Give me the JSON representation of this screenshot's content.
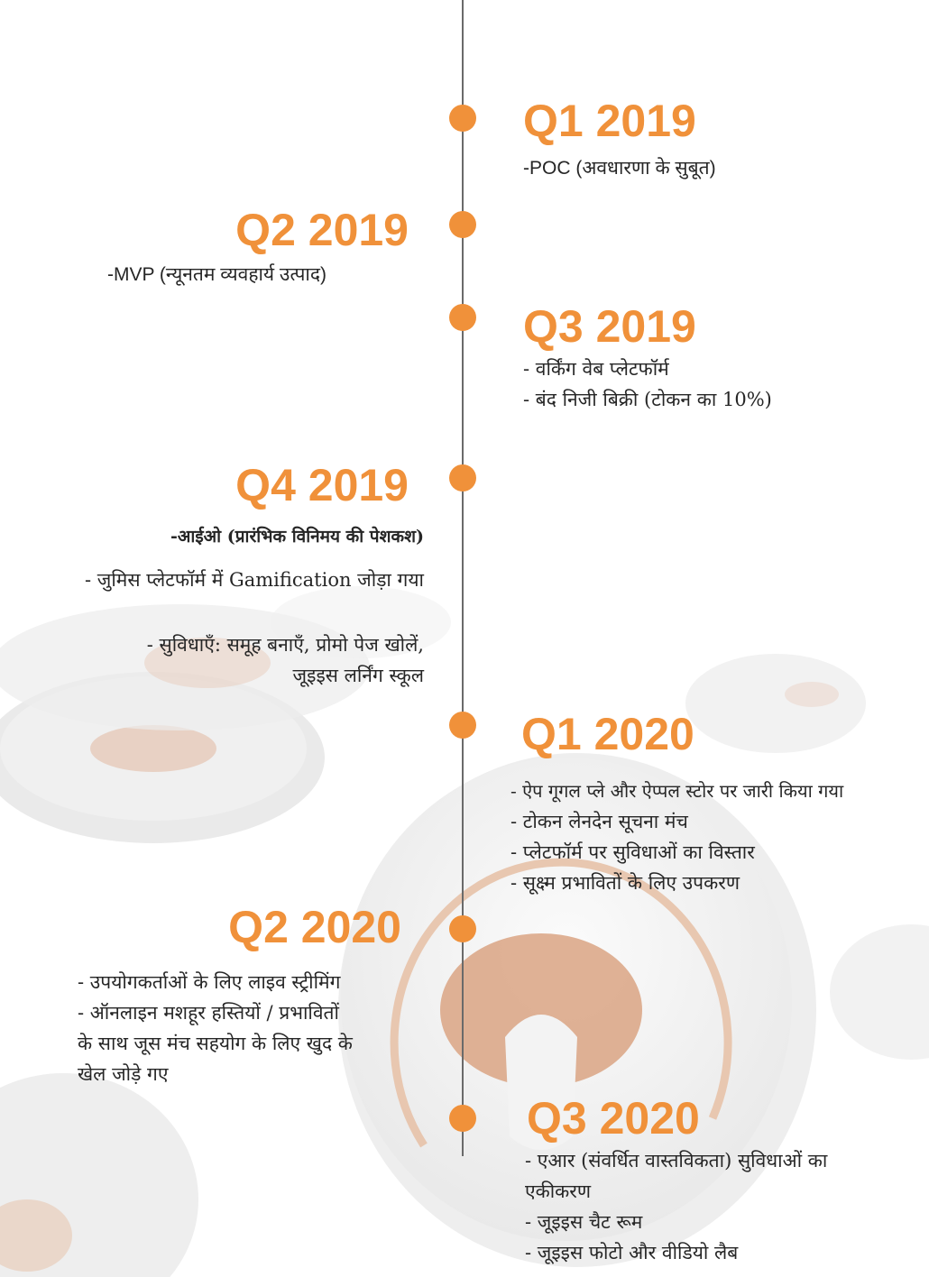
{
  "timeline": [
    {
      "quarter": "Q1 2019",
      "items": [
        "-POC (अवधारणा के सुबूत)"
      ]
    },
    {
      "quarter": "Q2 2019",
      "items": [
        "-MVP (न्यूनतम व्यवहार्य उत्पाद)"
      ]
    },
    {
      "quarter": "Q3 2019",
      "items": [
        "- वर्किंग वेब प्लेटफॉर्म",
        "- बंद निजी बिक्री (टोकन का 10%)"
      ]
    },
    {
      "quarter": "Q4 2019",
      "items": [
        "-आईओ (प्रारंभिक विनिमय की पेशकश)",
        "- जुमिस प्लेटफॉर्म में Gamification जोड़ा गया",
        "- सुविधाएँ: समूह बनाएँ, प्रोमो पेज खोलें,",
        "जूइइस लर्निंग स्कूल"
      ]
    },
    {
      "quarter": "Q1 2020",
      "items": [
        "- ऐप गूगल प्ले और ऐप्पल स्टोर पर जारी किया गया",
        "- टोकन लेनदेन सूचना मंच",
        "- प्लेटफॉर्म पर सुविधाओं का विस्तार",
        "- सूक्ष्म प्रभावितों के लिए उपकरण"
      ]
    },
    {
      "quarter": "Q2 2020",
      "items": [
        "- उपयोगकर्ताओं के लिए लाइव स्ट्रीमिंग",
        "- ऑनलाइन मशहूर हस्तियों / प्रभावितों",
        "के साथ जूस मंच सहयोग के लिए खुद के",
        "खेल जोड़े गए"
      ]
    },
    {
      "quarter": "Q3 2020",
      "items": [
        "- एआर (संवर्धित वास्तविकता) सुविधाओं का",
        "एकीकरण",
        "- जूइइस चैट रूम",
        "- जूइइस फोटो और वीडियो लैब"
      ]
    }
  ],
  "colors": {
    "accent": "#f0913a",
    "line": "#6a6a6a",
    "text": "#262626"
  }
}
